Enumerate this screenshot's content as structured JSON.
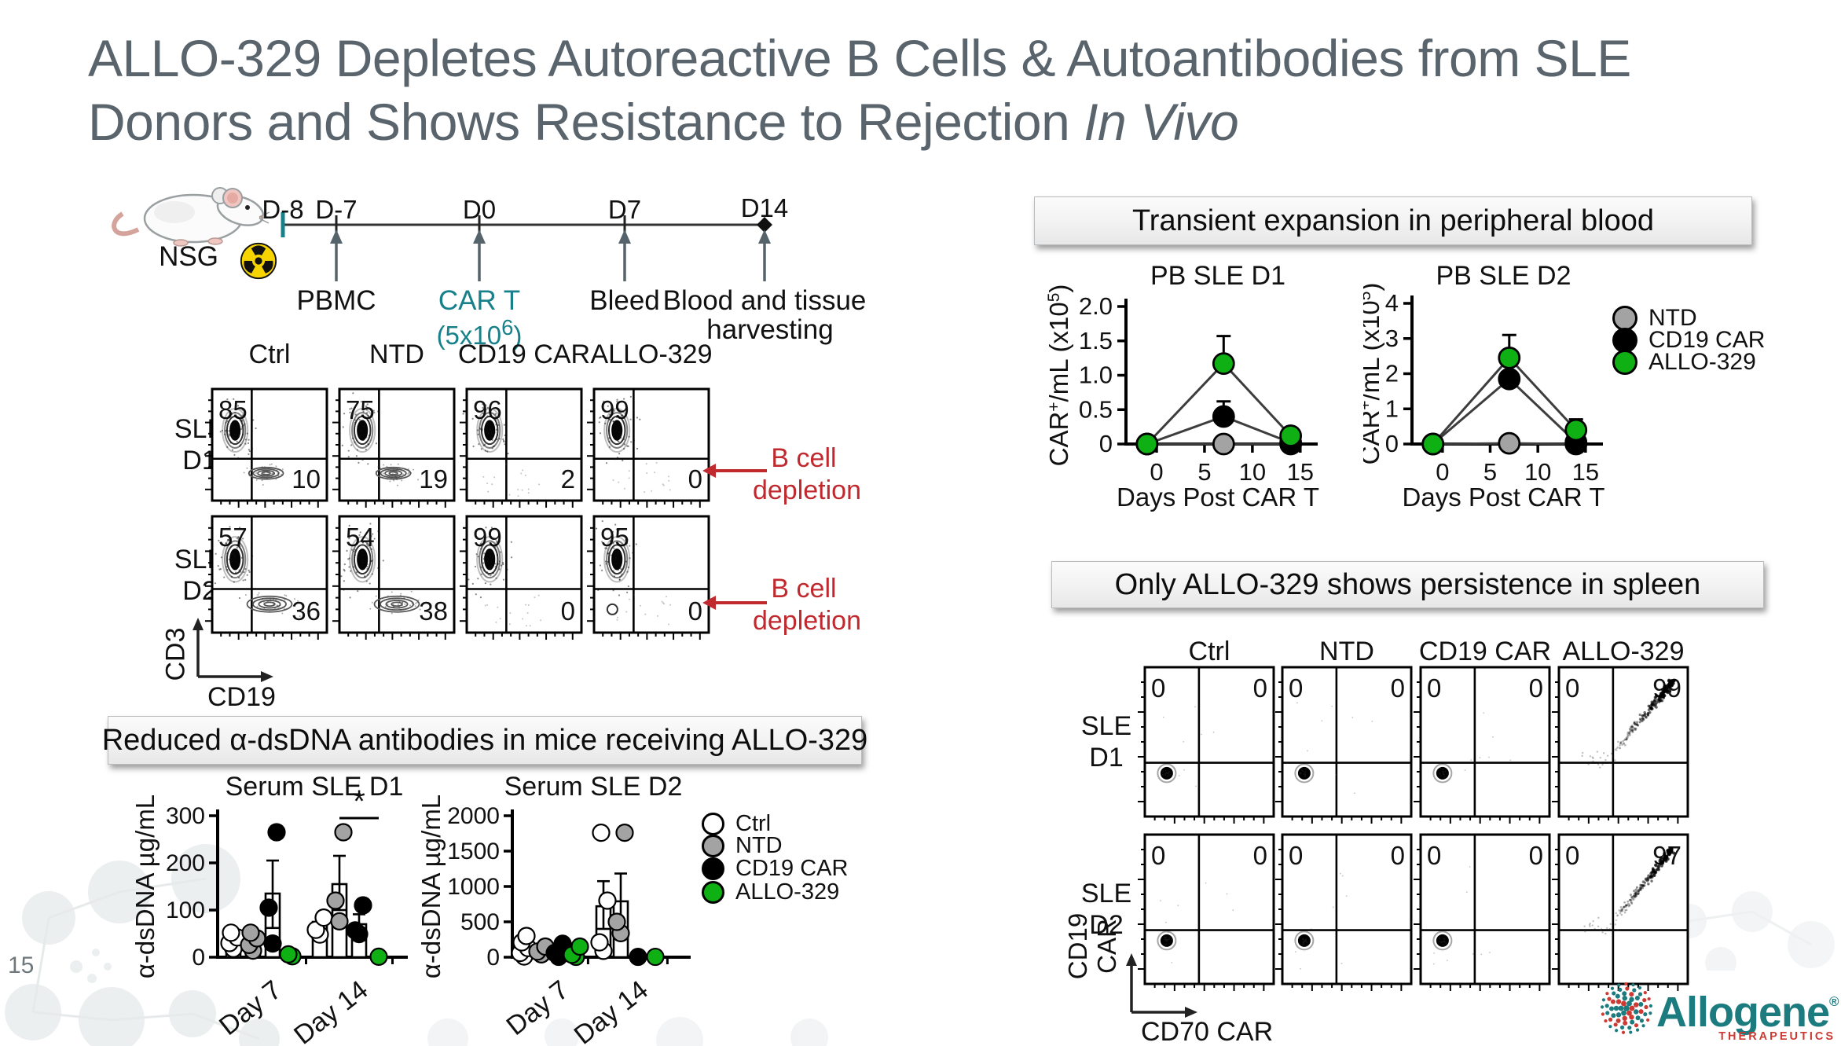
{
  "slide": {
    "title_line1": "ALLO-329 Depletes Autoreactive B Cells & Autoantibodies from SLE",
    "title_line2": "Donors and Shows Resistance to Rejection ",
    "title_line2_italic": "In Vivo",
    "page_number": "15"
  },
  "colors": {
    "accent_teal": "#17808a",
    "annotation_red": "#c02a2f",
    "ntd_gray": "#a3a3a3",
    "allo_green": "#0fb014",
    "title_gray": "#59646c"
  },
  "timeline": {
    "model_label": "NSG",
    "radiation_icon": "radiation-trefoil",
    "mouse_icon": "mouse",
    "timepoints": [
      "D-8",
      "D-7",
      "D0",
      "D7",
      "D14"
    ],
    "event_pbmc": "PBMC",
    "event_cart": "CAR T",
    "event_cart_dose_base": "(5x10",
    "event_cart_dose_sup": "6",
    "event_cart_dose_close": ")",
    "event_bleed": "Bleed",
    "event_harvest_line1": "Blood and tissue",
    "event_harvest_line2": "harvesting"
  },
  "flow_blood": {
    "columns": [
      "Ctrl",
      "NTD",
      "CD19 CAR",
      "ALLO-329"
    ],
    "y_axis": "CD3",
    "x_axis": "CD19",
    "rows": [
      {
        "label_line1": "SLE",
        "label_line2": "D1",
        "plots": [
          {
            "upper_left": "85",
            "lower_right": "10",
            "b_cells": true
          },
          {
            "upper_left": "75",
            "lower_right": "19",
            "b_cells": true
          },
          {
            "upper_left": "96",
            "lower_right": "2",
            "b_cells": false
          },
          {
            "upper_left": "99",
            "lower_right": "0",
            "b_cells": false
          }
        ]
      },
      {
        "label_line1": "SLE",
        "label_line2": "D2",
        "plots": [
          {
            "upper_left": "57",
            "lower_right": "36",
            "b_cells": true
          },
          {
            "upper_left": "54",
            "lower_right": "38",
            "b_cells": true
          },
          {
            "upper_left": "99",
            "lower_right": "0",
            "b_cells": false
          },
          {
            "upper_left": "95",
            "lower_right": "0",
            "b_cells": false,
            "extra_circle": true
          }
        ]
      }
    ],
    "annotations": [
      {
        "line1": "B cell",
        "line2": "depletion"
      },
      {
        "line1": "B cell",
        "line2": "depletion"
      }
    ]
  },
  "panel_headers": {
    "pb": "Transient expansion in peripheral blood",
    "serum": "Reduced α-dsDNA antibodies in mice receiving ALLO-329",
    "spleen": "Only ALLO-329 shows persistence in spleen"
  },
  "pb_legend": [
    {
      "label": "NTD",
      "color": "#a3a3a3"
    },
    {
      "label": "CD19 CAR",
      "color": "#000000"
    },
    {
      "label": "ALLO-329",
      "color": "#0fb014"
    }
  ],
  "serum_legend": [
    {
      "label": "Ctrl",
      "color": "#ffffff"
    },
    {
      "label": "NTD",
      "color": "#a3a3a3"
    },
    {
      "label": "CD19 CAR",
      "color": "#000000"
    },
    {
      "label": "ALLO-329",
      "color": "#0fb014"
    }
  ],
  "flow_spleen": {
    "columns": [
      "Ctrl",
      "NTD",
      "CD19 CAR",
      "ALLO-329"
    ],
    "y_axis_line1": "CD19",
    "y_axis_line2": "CAR",
    "x_axis": "CD70 CAR",
    "rows": [
      {
        "label_line1": "SLE",
        "label_line2": "D1",
        "plots": [
          {
            "upper_left": "0",
            "upper_right": "0",
            "pattern": "dot"
          },
          {
            "upper_left": "0",
            "upper_right": "0",
            "pattern": "dot"
          },
          {
            "upper_left": "0",
            "upper_right": "0",
            "pattern": "dot"
          },
          {
            "upper_left": "0",
            "upper_right": "99",
            "pattern": "diagonal"
          }
        ]
      },
      {
        "label_line1": "SLE",
        "label_line2": "D2",
        "plots": [
          {
            "upper_left": "0",
            "upper_right": "0",
            "pattern": "dot"
          },
          {
            "upper_left": "0",
            "upper_right": "0",
            "pattern": "dot"
          },
          {
            "upper_left": "0",
            "upper_right": "0",
            "pattern": "dot"
          },
          {
            "upper_left": "0",
            "upper_right": "97",
            "pattern": "diagonal"
          }
        ]
      }
    ]
  },
  "chart_data": [
    {
      "id": "pb-sle-d1",
      "type": "line",
      "title": "PB SLE D1",
      "xlabel": "Days Post CAR T",
      "ylabel": "CAR⁺/mL (x10⁵)",
      "ylabel_parts": [
        {
          "t": "CAR"
        },
        {
          "t": "+",
          "sup": true
        },
        {
          "t": "/mL (x10"
        },
        {
          "t": "5",
          "sup": true
        },
        {
          "t": ")"
        }
      ],
      "x_days": [
        0,
        7,
        14
      ],
      "plot_x": [
        -1,
        7,
        14
      ],
      "xticks": [
        0,
        5,
        10,
        15
      ],
      "xlim": [
        -3.2,
        16
      ],
      "ylim": [
        0,
        2
      ],
      "yticks": [
        "0",
        "0.5",
        "1.0",
        "1.5",
        "2.0"
      ],
      "ytick_vals": [
        0,
        0.5,
        1.0,
        1.5,
        2.0
      ],
      "grid": false,
      "legend_position": "right-of-d2",
      "series": [
        {
          "name": "NTD",
          "color": "#a3a3a3",
          "values": [
            0,
            0,
            0
          ],
          "err_up": [
            0,
            0,
            0
          ]
        },
        {
          "name": "CD19 CAR",
          "color": "#000000",
          "values": [
            0,
            0.4,
            0.02
          ],
          "err_up": [
            0,
            0.22,
            0
          ]
        },
        {
          "name": "ALLO-329",
          "color": "#0fb014",
          "values": [
            0,
            1.17,
            0.12
          ],
          "err_up": [
            0,
            0.4,
            0.05
          ]
        }
      ]
    },
    {
      "id": "pb-sle-d2",
      "type": "line",
      "title": "PB SLE D2",
      "xlabel": "Days Post CAR T",
      "ylabel": "CAR⁺/mL (x10⁵)",
      "ylabel_parts": [
        {
          "t": "CAR"
        },
        {
          "t": "+",
          "sup": true
        },
        {
          "t": "/mL (x10"
        },
        {
          "t": "5",
          "sup": true
        },
        {
          "t": ")"
        }
      ],
      "x_days": [
        0,
        7,
        14
      ],
      "plot_x": [
        -1,
        7,
        14
      ],
      "xticks": [
        0,
        5,
        10,
        15
      ],
      "xlim": [
        -3.2,
        16
      ],
      "ylim": [
        0,
        4
      ],
      "yticks": [
        "0",
        "1",
        "2",
        "3",
        "4"
      ],
      "ytick_vals": [
        0,
        1,
        2,
        3,
        4
      ],
      "grid": false,
      "series": [
        {
          "name": "NTD",
          "color": "#a3a3a3",
          "values": [
            0,
            0.02,
            0
          ],
          "err_up": [
            0,
            0,
            0
          ]
        },
        {
          "name": "CD19 CAR",
          "color": "#000000",
          "values": [
            0,
            1.85,
            0.05
          ],
          "err_up": [
            0,
            0,
            0
          ]
        },
        {
          "name": "ALLO-329",
          "color": "#0fb014",
          "values": [
            0,
            2.45,
            0.4
          ],
          "err_up": [
            0,
            0.65,
            0.3
          ]
        }
      ]
    },
    {
      "id": "serum-sle-d1",
      "type": "scatter-bar",
      "title": "Serum SLE D1",
      "ylabel": "α-dsDNA µg/mL",
      "ylim": [
        0,
        300
      ],
      "yticks": [
        0,
        100,
        200,
        300
      ],
      "groups": [
        "Day 7",
        "Day 14"
      ],
      "series": [
        "Ctrl",
        "NTD",
        "CD19 CAR",
        "ALLO-329"
      ],
      "series_colors": [
        "#ffffff",
        "#a3a3a3",
        "#000000",
        "#0fb014"
      ],
      "bars": [
        [
          40,
          46,
          135,
          5
        ],
        [
          75,
          155,
          70,
          2
        ]
      ],
      "errors": [
        [
          null,
          null,
          [
            62,
            205
          ],
          null
        ],
        [
          null,
          [
            100,
            215
          ],
          [
            36,
            91
          ],
          null
        ]
      ],
      "points": [
        [
          [
            18,
            30,
            42,
            52
          ],
          [
            14,
            26,
            40,
            52
          ],
          [
            29,
            105,
            265
          ],
          [
            2,
            6
          ]
        ],
        [
          [
            48,
            58,
            84
          ],
          [
            76,
            120,
            265
          ],
          [
            49,
            57,
            110
          ],
          [
            1
          ]
        ]
      ],
      "significance": {
        "group_index": 1,
        "from_series": 1,
        "to_series": 3,
        "label": "*",
        "y": 295
      }
    },
    {
      "id": "serum-sle-d2",
      "type": "scatter-bar",
      "title": "Serum SLE D2",
      "ylabel": "α-dsDNA µg/mL",
      "ylim": [
        0,
        2000
      ],
      "yticks": [
        0,
        500,
        1000,
        1500,
        2000
      ],
      "groups": [
        "Day 7",
        "Day 14"
      ],
      "series": [
        "Ctrl",
        "NTD",
        "CD19 CAR",
        "ALLO-329"
      ],
      "series_colors": [
        "#ffffff",
        "#a3a3a3",
        "#000000",
        "#0fb014"
      ],
      "bars": [
        [
          120,
          80,
          65,
          55
        ],
        [
          720,
          790,
          8,
          5
        ]
      ],
      "errors": [
        [
          null,
          null,
          null,
          null
        ],
        [
          [
            400,
            1075
          ],
          [
            323,
            1183
          ],
          null,
          null
        ]
      ],
      "points": [
        [
          [
            10,
            60,
            130,
            210,
            300
          ],
          [
            40,
            80,
            150
          ],
          [
            5,
            60,
            190
          ],
          [
            5,
            35,
            150
          ]
        ],
        [
          [
            90,
            210,
            800,
            1760
          ],
          [
            340,
            500,
            1760
          ],
          [
            5
          ],
          [
            5
          ]
        ]
      ],
      "significance": null
    }
  ],
  "logo": {
    "brand": "Allogene",
    "registered": "®",
    "subtitle": "THERAPEUTICS",
    "teal": "#1b7b7e",
    "red": "#cc3a34"
  }
}
